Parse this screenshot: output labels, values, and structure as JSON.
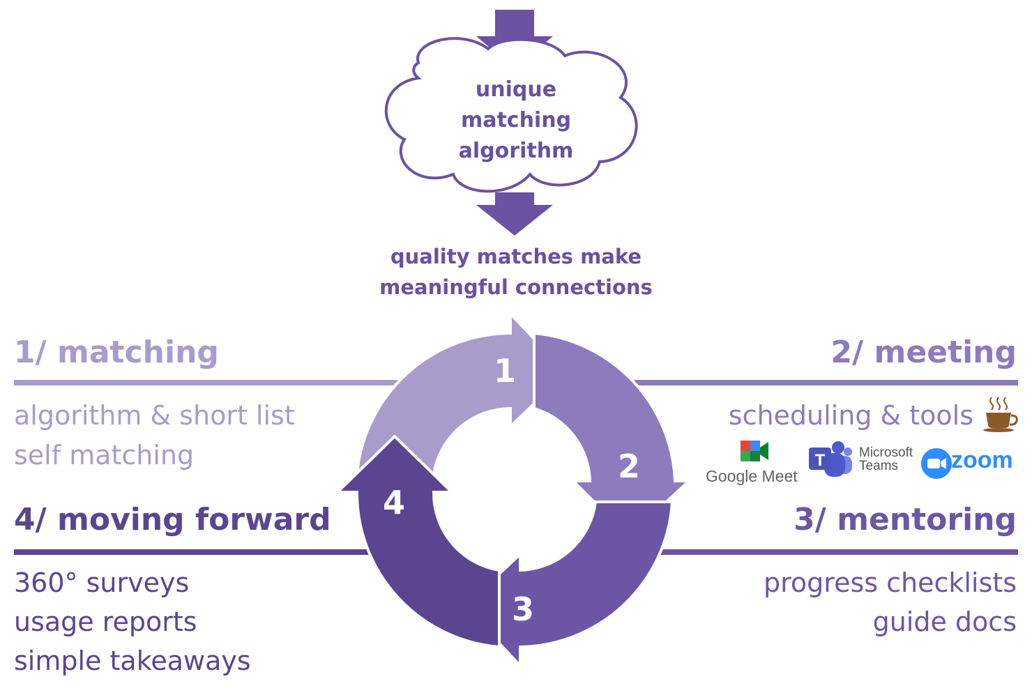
{
  "cloud": {
    "lines": [
      "unique",
      "matching",
      "algorithm"
    ]
  },
  "tagline": {
    "lines": [
      "quality matches make",
      "meaningful connections"
    ]
  },
  "steps": [
    {
      "number": "1",
      "heading": "1/ matching",
      "items": [
        "algorithm & short list",
        "self matching"
      ],
      "color": "#a99bcc"
    },
    {
      "number": "2",
      "heading": "2/ meeting",
      "items": [
        "scheduling & tools"
      ],
      "color": "#8e7bbd"
    },
    {
      "number": "3",
      "heading": "3/ mentoring",
      "items": [
        "progress checklists",
        "guide docs"
      ],
      "color": "#6c55a5"
    },
    {
      "number": "4",
      "heading": "4/ moving forward",
      "items": [
        "360° surveys",
        "usage reports",
        "simple takeaways"
      ],
      "color": "#5b4590"
    }
  ],
  "tools": {
    "google_meet": "Google Meet",
    "microsoft_teams": [
      "Microsoft",
      "Teams"
    ],
    "zoom": "zoom"
  },
  "colors": {
    "arrow": "#6b52a3",
    "rule_light": "#a99bcc",
    "rule_dark": "#6c55a5",
    "accent": "#6a50a0"
  }
}
